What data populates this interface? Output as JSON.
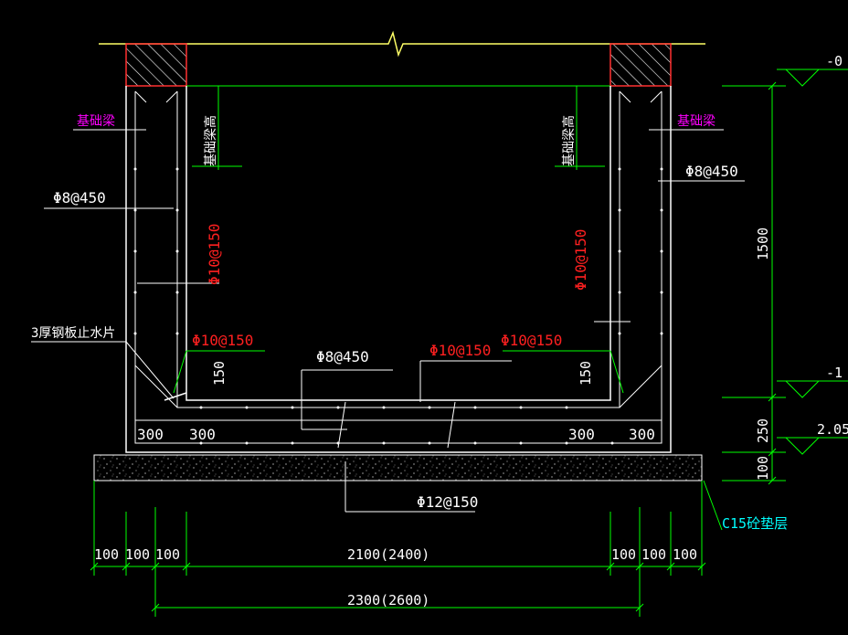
{
  "colors": {
    "background": "#000000",
    "wall": "#ffffff",
    "dimension": "#00ff00",
    "rebar_label": "#ffffff",
    "rebar_label_red": "#ff2020",
    "beam_label": "#ff00ff",
    "beam_fill": "#ff3030",
    "ground_line": "#ffff66",
    "leader_cyan": "#00ffff"
  },
  "labels": {
    "beam_left": "基础梁",
    "beam_right": "基础梁",
    "beam_height_left": "基础梁高",
    "beam_height_right": "基础梁高",
    "rebar_wall_left": "Φ8@450",
    "rebar_wall_right": "Φ8@450",
    "rebar_vert_left": "Φ10@150",
    "rebar_vert_right": "Φ10@150",
    "waterstop": "3厚钢板止水片",
    "rebar_corner_left": "Φ10@150",
    "rebar_corner_right": "Φ10@150",
    "rebar_slab_mid": "Φ10@150",
    "rebar_slab_dist": "Φ8@450",
    "rebar_bottom": "Φ12@150",
    "haunch_left_150": "150",
    "haunch_right_150": "150",
    "bottom_300_left_a": "300",
    "bottom_300_left_b": "300",
    "bottom_300_right_a": "300",
    "bottom_300_right_b": "300",
    "cushion": "C15砼垫层"
  },
  "dims": {
    "row1": [
      "100",
      "100",
      "100",
      "2100(2400)",
      "100",
      "100",
      "100"
    ],
    "row2": "2300(2600)",
    "vertical": [
      "1500",
      "250",
      "100"
    ],
    "elev_top": "-0",
    "elev_mid": "-1",
    "elev_bot": "2.05"
  }
}
